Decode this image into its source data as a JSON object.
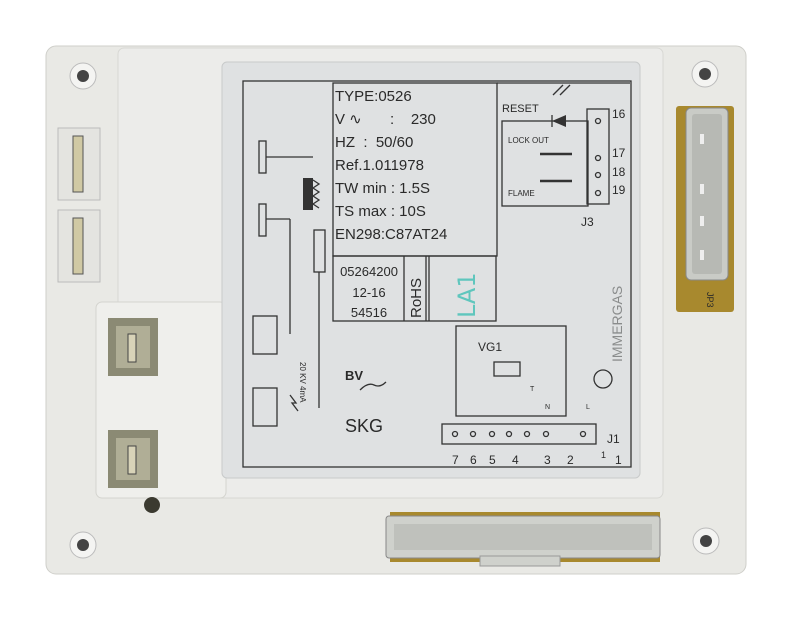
{
  "device": {
    "label": {
      "type": "TYPE:0526",
      "voltage_symbol": "V ∿",
      "voltage_value": ":    230",
      "frequency": "HZ  :  50/60",
      "ref": "Ref.1.011978",
      "tw_min": "TW min : 1.5S",
      "ts_max": "TS max : 10S",
      "standard": "EN298:C87AT24",
      "serial_lines": [
        "05264200",
        "12-16",
        "54516"
      ],
      "rohs": "RoHS",
      "handwritten": "LA1",
      "model": "SKG",
      "reset": "RESET",
      "lock_out": "LOCK OUT",
      "flame": "FLAME",
      "j3_label": "J3",
      "j3_pins": [
        "16",
        "17",
        "18",
        "19"
      ],
      "vg1": "VG1",
      "j1_label": "J1",
      "j1_pins": [
        "7",
        "6",
        "5",
        "4",
        "3",
        "2",
        "1",
        "1"
      ],
      "neutral": "N",
      "line": "L",
      "thermostat": "T",
      "hv_note": "20 KV 4mA",
      "brand": "IMMERGAS",
      "cert_mark": "BV"
    },
    "jp3_label": "JP3",
    "colors": {
      "housing": "#e8e8e4",
      "label": "#dfe1e2",
      "pcb": "#a8892e",
      "connector": "#c9cbc6",
      "spade_block": "#8b8a74",
      "handwriting": "#5fc6bd"
    }
  }
}
